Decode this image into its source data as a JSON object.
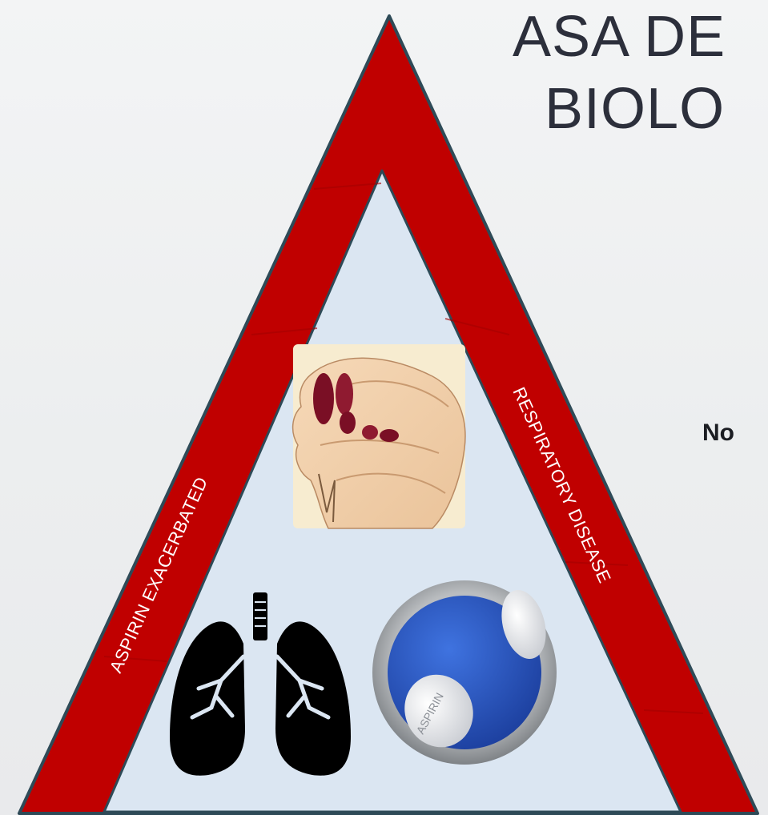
{
  "title": {
    "line1": "ASA DE",
    "line2": "BIOLO"
  },
  "side_text": "No",
  "triangle": {
    "left_label": "ASPIRIN EXACERBATED",
    "right_label": "RESPIRATORY DISEASE",
    "band_color": "#c00000",
    "inner_color": "#dbe6f2"
  },
  "pill_imprint": "ASPIRIN",
  "icons": [
    "nasal-polyps-illustration",
    "lungs-icon",
    "aspirin-pills-image"
  ]
}
